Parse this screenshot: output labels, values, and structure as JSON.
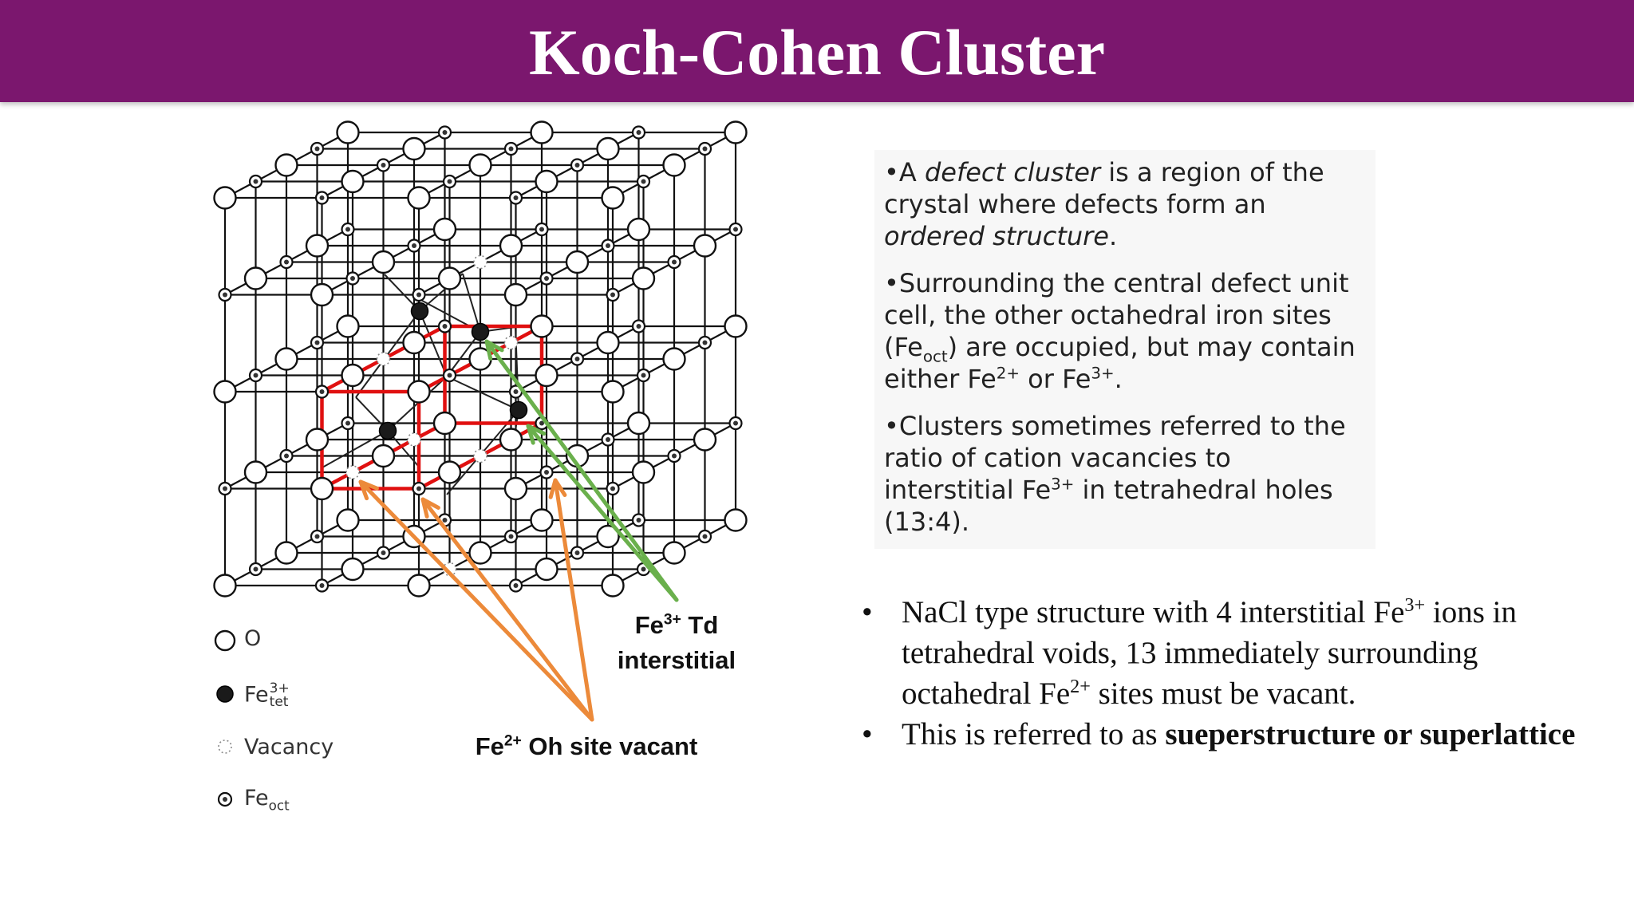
{
  "slide": {
    "title": "Koch-Cohen Cluster"
  },
  "defect_box": {
    "p1_pre": "A ",
    "p1_em": "defect cluster",
    "p1_mid": " is a region of the crystal where defects form an ",
    "p1_em2": "ordered structure",
    "p1_post": ".",
    "p2_a": "Surrounding the central defect unit cell, the other octahedral iron sites (Fe",
    "p2_sub": "oct",
    "p2_b": ") are occupied, but may contain either Fe",
    "p2_sup1": "2+",
    "p2_c": " or Fe",
    "p2_sup2": "3+",
    "p2_d": ".",
    "p3_a": "Clusters sometimes referred to the ratio of cation vacancies to interstitial Fe",
    "p3_sup": "3+",
    "p3_b": " in tetrahedral holes (13:4)."
  },
  "bullets": {
    "marker": "•",
    "b1_a": "NaCl type structure with 4 interstitial Fe",
    "b1_sup1": "3+",
    "b1_b": " ions in tetrahedral voids, 13 immediately surrounding octahedral Fe",
    "b1_sup2": "2+",
    "b1_c": " sites must be vacant.",
    "b2_a": "This is referred to as ",
    "b2_bold": "sueperstructure or superlattice"
  },
  "legend": {
    "o_label": "O",
    "fetet_base": "Fe",
    "fetet_sup": "3+",
    "fetet_sub": "tet",
    "vacancy_label": "Vacancy",
    "feoct_base": "Fe",
    "feoct_sub": "oct"
  },
  "annotations": {
    "td_base": "Fe",
    "td_sup": "3+",
    "td_rest": " Td",
    "td_line2": "interstitial",
    "oh_base": "Fe",
    "oh_sup": "2+",
    "oh_rest": " Oh site vacant"
  },
  "colors": {
    "title_bar": "#7b176e",
    "cluster_outline": "#e01010",
    "td_arrow": "#6ab04c",
    "oh_arrow": "#ec8a3a"
  }
}
